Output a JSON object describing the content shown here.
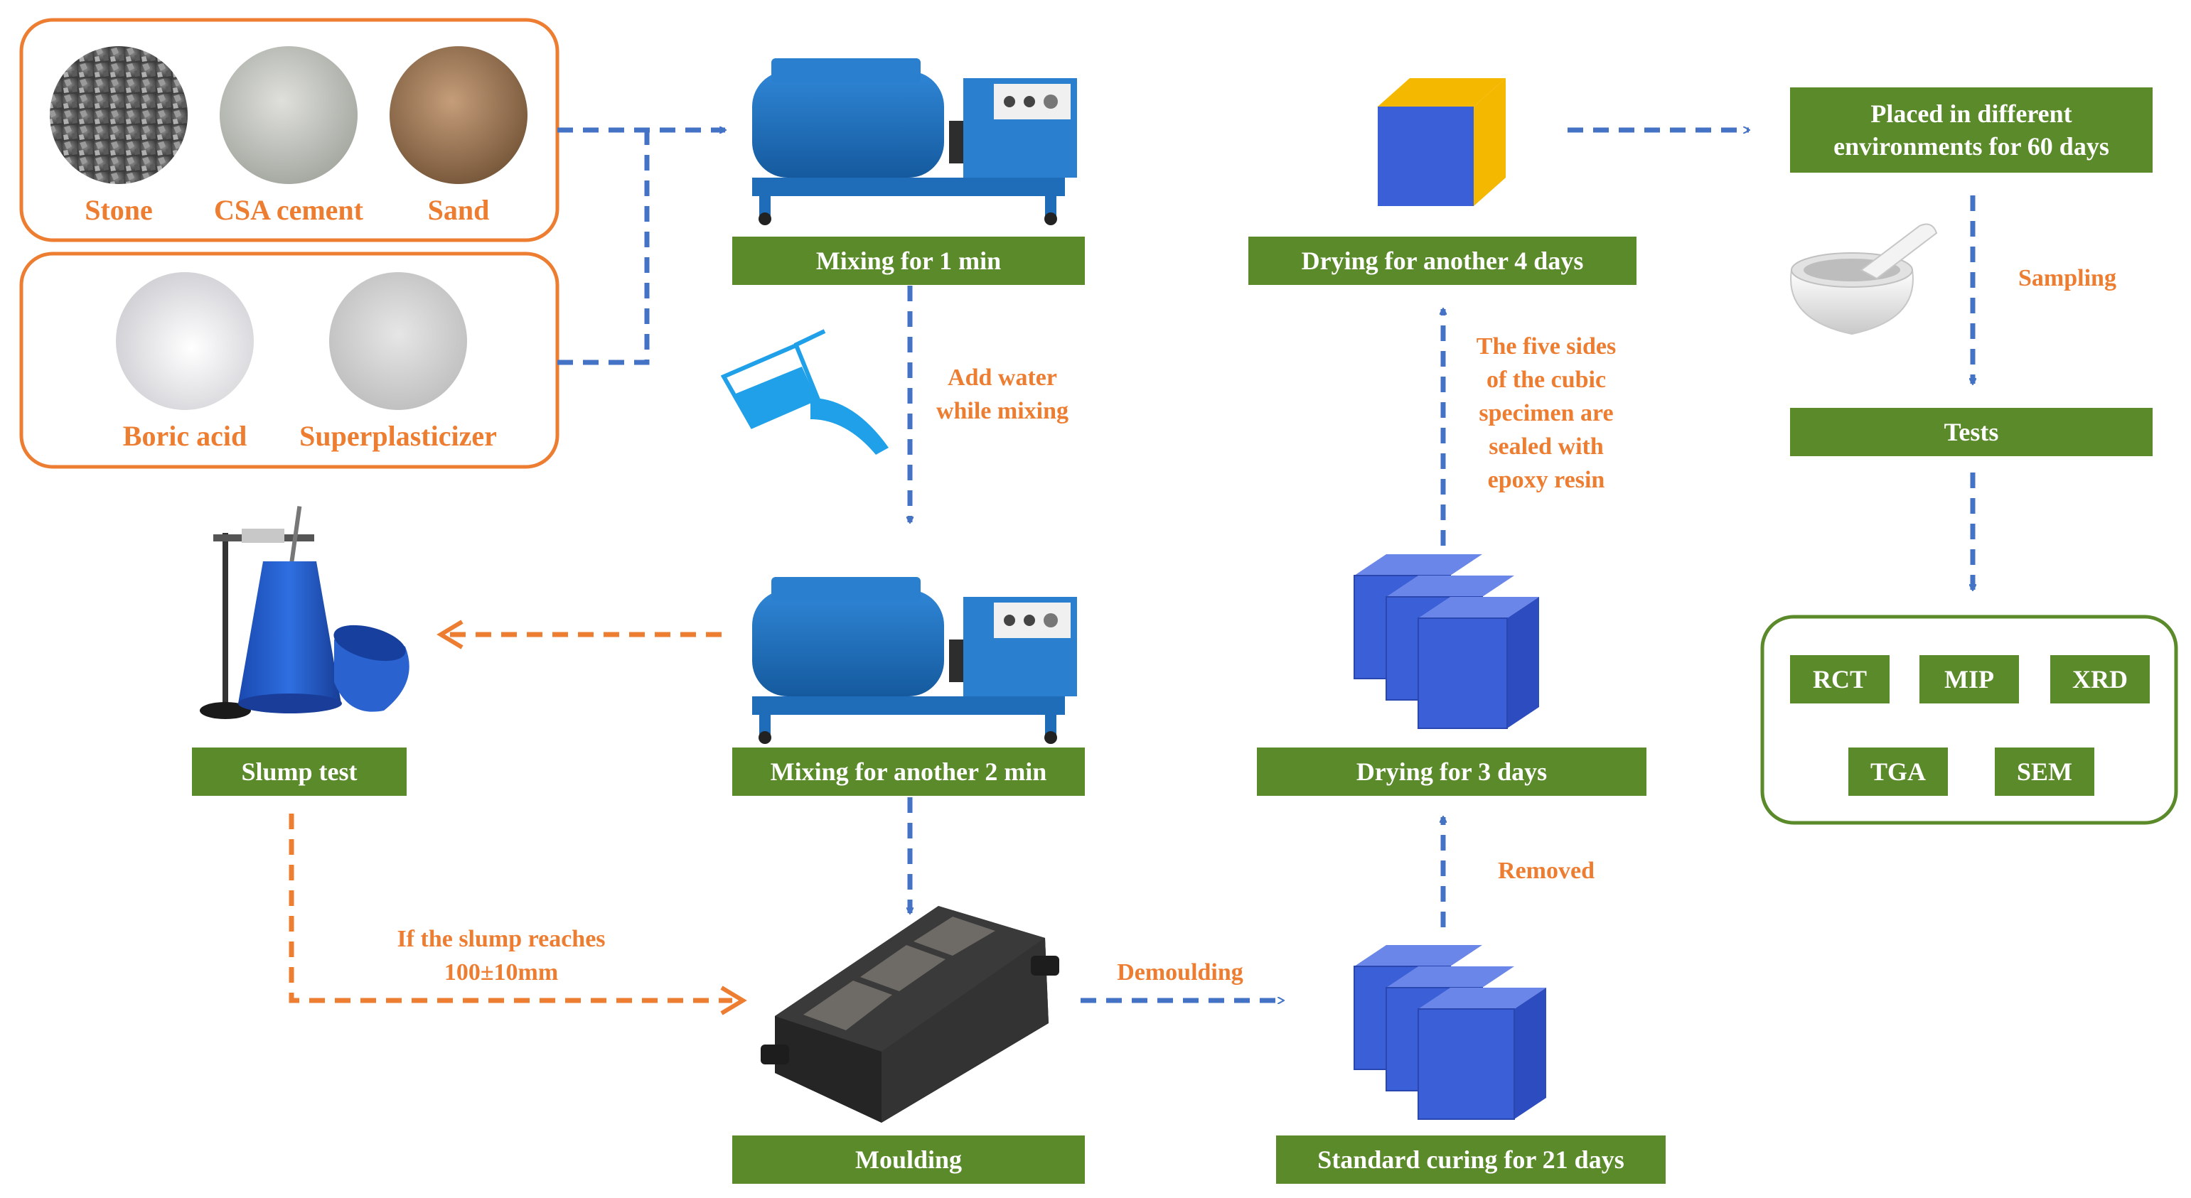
{
  "materials": {
    "group1": [
      "Stone",
      "CSA cement",
      "Sand"
    ],
    "group2": [
      "Boric acid",
      "Superplasticizer"
    ]
  },
  "steps": {
    "mixing1": "Mixing for 1 min",
    "mixing2": "Mixing for another 2 min",
    "slump_test": "Slump test",
    "moulding": "Moulding",
    "standard_curing": "Standard curing for 21 days",
    "drying3": "Drying for 3 days",
    "drying4": "Drying for another 4 days",
    "environments": "Placed in different\nenvironments for 60 days",
    "tests": "Tests"
  },
  "annotations": {
    "add_water": "Add water\nwhile mixing",
    "slump_condition": "If the slump reaches\n100±10mm",
    "demoulding": "Demoulding",
    "removed": "Removed",
    "sealed": "The five sides\nof the cubic\nspecimen are\nsealed with\nepoxy resin",
    "sampling": "Sampling"
  },
  "tests": [
    "RCT",
    "MIP",
    "XRD",
    "TGA",
    "SEM"
  ],
  "colors": {
    "label_green": "#5b8a2b",
    "annotation_orange": "#ed7d31",
    "arrow_blue": "#4472c4",
    "cube_blue": "#3b5fd6",
    "cube_yellow": "#f5b800"
  },
  "icons": [
    "stone-photo",
    "cement-photo",
    "sand-photo",
    "boric-acid-photo",
    "superplasticizer-photo",
    "mixer-machine",
    "water-pour-icon",
    "slump-cone",
    "cube-mould",
    "cube-stack",
    "epoxy-sealed-cube",
    "mortar-pestle-icon"
  ]
}
